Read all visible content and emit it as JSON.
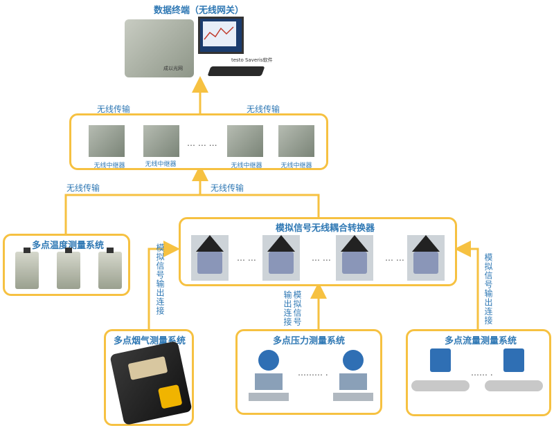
{
  "terminal": {
    "title": "数据终端（无线网关）",
    "gateway_label": "成以光网",
    "software_label": "testo Saveris软件"
  },
  "wireless": {
    "label_left": "无线传输",
    "label_right": "无线传输",
    "label_temp": "无线传输",
    "label_center": "无线传输"
  },
  "repeaters": {
    "labels": [
      "无线中继器",
      "无线中继器",
      "无线中继器",
      "无线中继器"
    ],
    "ellipsis": "… … …"
  },
  "converter": {
    "title": "模拟信号无线耦合转换器",
    "ellipsis": "… …"
  },
  "temp_system": {
    "title": "多点温度测量系统"
  },
  "smoke_system": {
    "title": "多点烟气测量系统",
    "side_label": "模拟信号输出连接"
  },
  "pressure_system": {
    "title": "多点压力测量系统",
    "side_label": "模拟信号输出连接",
    "ellipsis": "……… ."
  },
  "flow_system": {
    "title": "多点流量测量系统",
    "side_label": "模拟信号输出连接",
    "ellipsis": "…… ."
  },
  "colors": {
    "line": "#f6c141",
    "text": "#2f78b4"
  }
}
